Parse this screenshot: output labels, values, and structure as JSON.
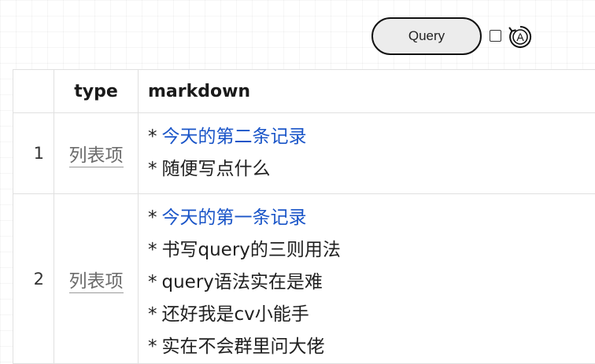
{
  "toolbar": {
    "query_label": "Query",
    "auto_icon_letter": "A"
  },
  "table": {
    "headers": {
      "index": "",
      "type": "type",
      "markdown": "markdown"
    },
    "rows": [
      {
        "index": "1",
        "type": "列表项",
        "lines": [
          {
            "bullet": "*",
            "text": "今天的第二条记录",
            "link": true
          },
          {
            "bullet": "*",
            "text": "随便写点什么",
            "link": false
          }
        ]
      },
      {
        "index": "2",
        "type": "列表项",
        "lines": [
          {
            "bullet": "*",
            "text": "今天的第一条记录",
            "link": true
          },
          {
            "bullet": "*",
            "text": "书写query的三则用法",
            "link": false
          },
          {
            "bullet": "*",
            "text": "query语法实在是难",
            "link": false
          },
          {
            "bullet": "*",
            "text": "还好我是cv小能手",
            "link": false
          },
          {
            "bullet": "*",
            "text": "实在不会群里问大佬",
            "link": false
          }
        ]
      }
    ]
  },
  "colors": {
    "link": "#1a55c8",
    "type_tag": "#6b6b6b",
    "button_bg": "#ececec"
  }
}
